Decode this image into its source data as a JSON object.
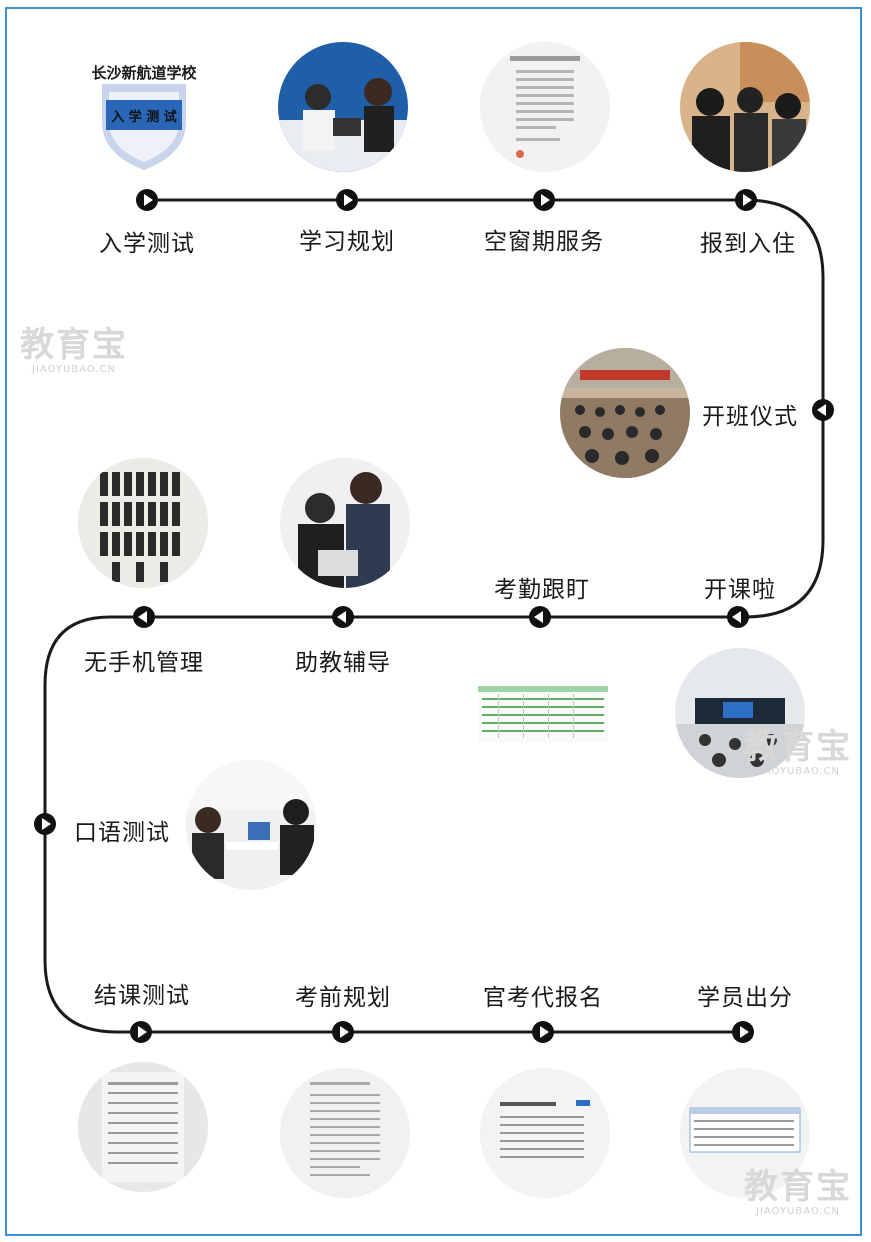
{
  "school": {
    "name": "长沙新航道学校",
    "badge_text": "入 学 测 试"
  },
  "stages": [
    {
      "id": "entrance-test",
      "label": "入学测试"
    },
    {
      "id": "study-plan",
      "label": "学习规划"
    },
    {
      "id": "gap-service",
      "label": "空窗期服务"
    },
    {
      "id": "check-in",
      "label": "报到入住"
    },
    {
      "id": "opening-ceremony",
      "label": "开班仪式"
    },
    {
      "id": "class-start",
      "label": "开课啦"
    },
    {
      "id": "attendance",
      "label": "考勤跟盯"
    },
    {
      "id": "tutoring",
      "label": "助教辅导"
    },
    {
      "id": "no-phone",
      "label": "无手机管理"
    },
    {
      "id": "oral-test",
      "label": "口语测试"
    },
    {
      "id": "final-test",
      "label": "结课测试"
    },
    {
      "id": "pre-exam-plan",
      "label": "考前规划"
    },
    {
      "id": "official-registration",
      "label": "官考代报名"
    },
    {
      "id": "score-release",
      "label": "学员出分"
    }
  ],
  "watermark": {
    "main": "教育宝",
    "sub": "JIAOYUBAO.CN"
  },
  "colors": {
    "track": "#1a1a1a",
    "frame": "#3f8fd6",
    "badge_blue": "#2a66b8"
  }
}
